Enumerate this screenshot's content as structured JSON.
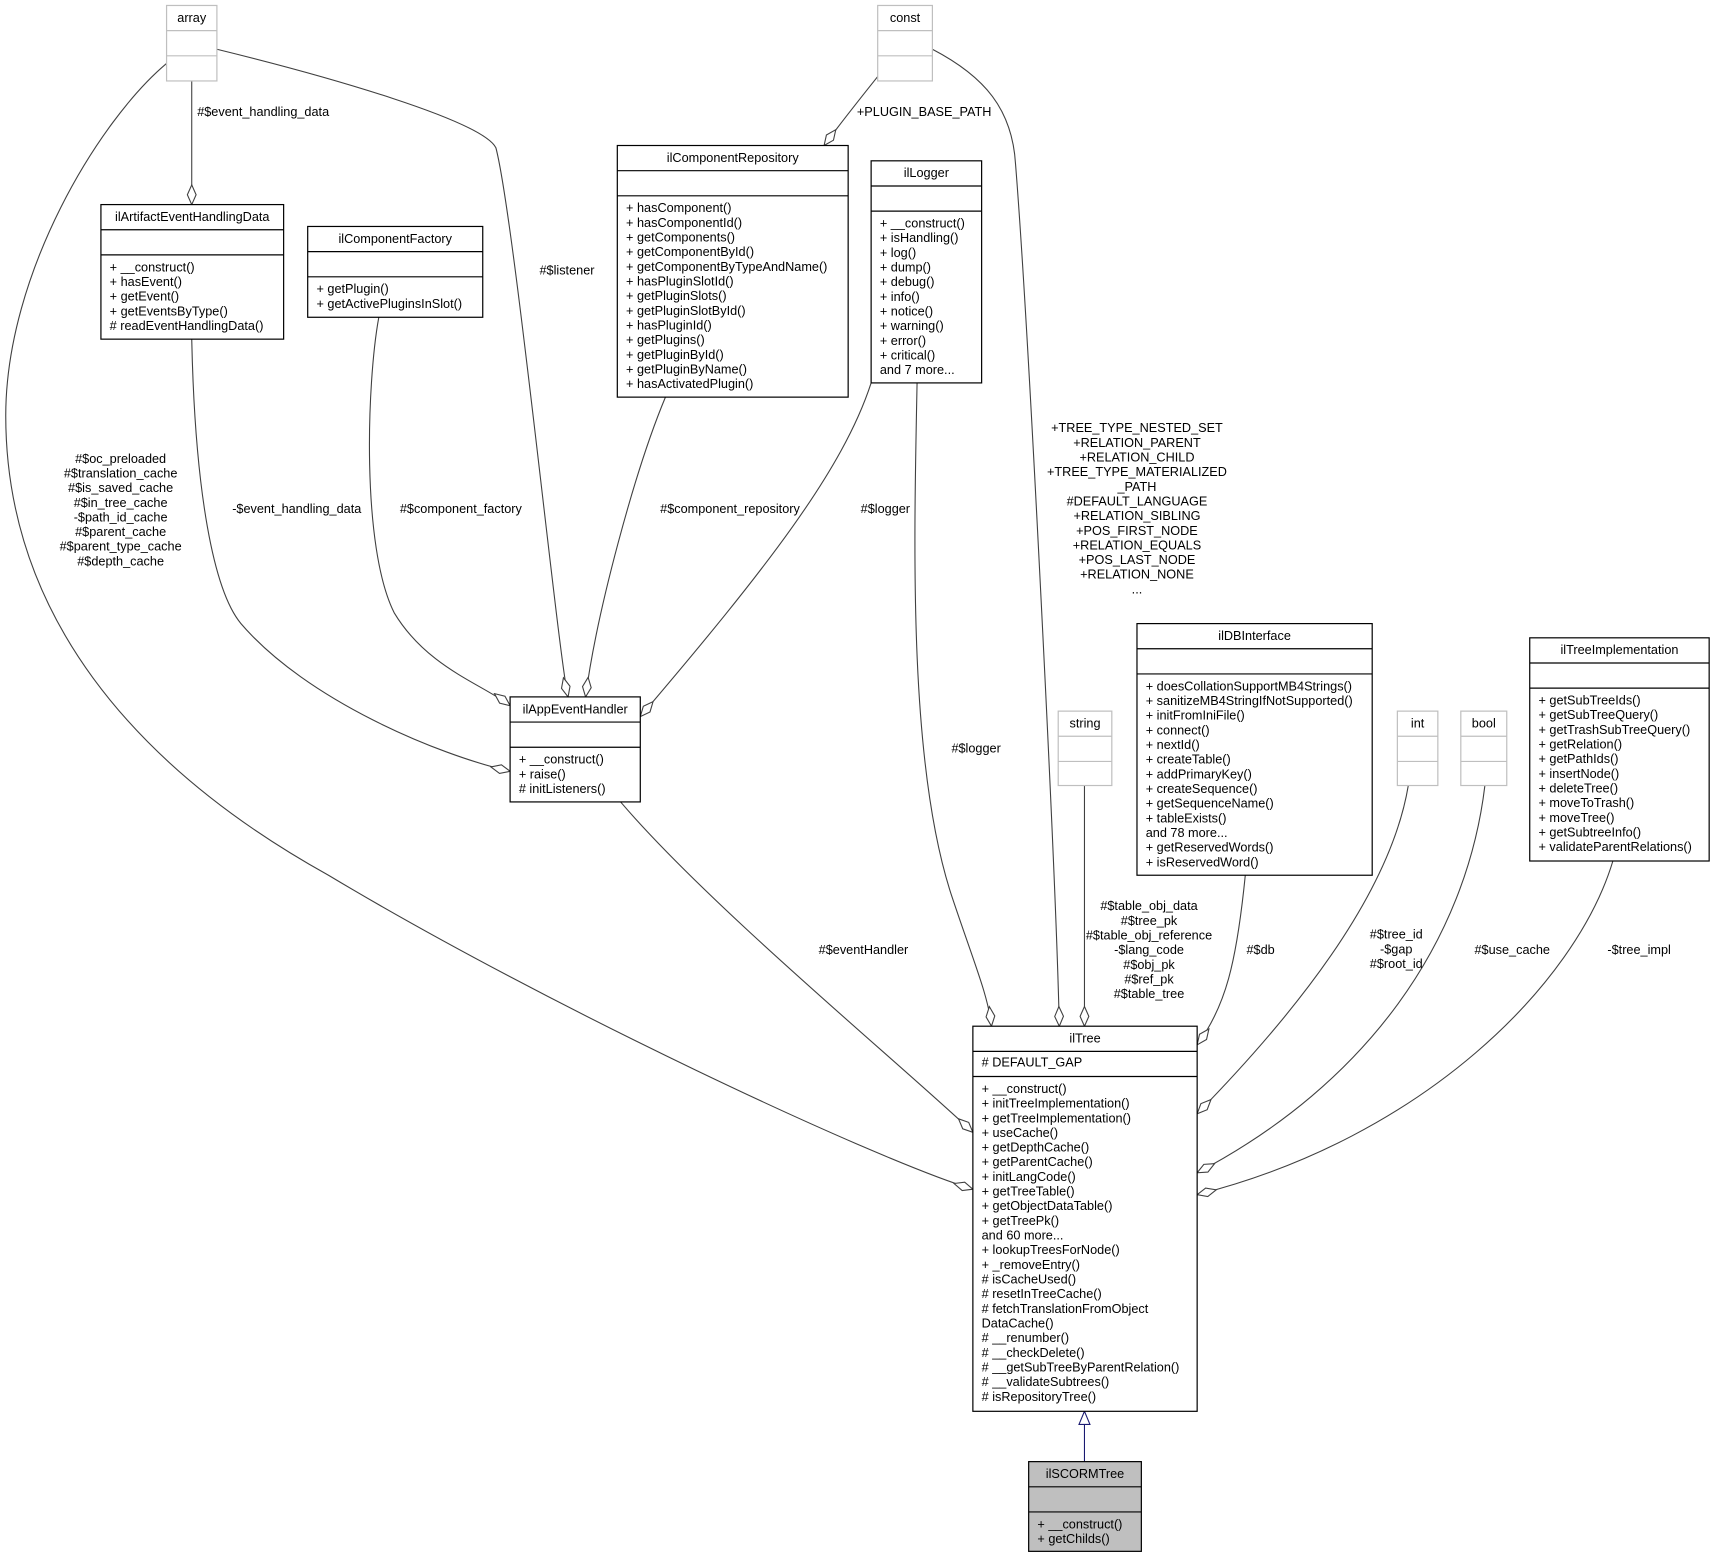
{
  "colors": {
    "edge": "#404040",
    "inheritance": "#191970",
    "focus_fill": "#bfbfbf",
    "external_border": "#bfbfbf"
  },
  "nodes": [
    {
      "id": "array",
      "name": "array",
      "kind": "external",
      "attributes": [],
      "methods": []
    },
    {
      "id": "const",
      "name": "const",
      "kind": "external",
      "attributes": [],
      "methods": []
    },
    {
      "id": "repo",
      "name": "ilComponentRepository",
      "kind": "class",
      "attributes": [],
      "methods": [
        "+ hasComponent()",
        "+ hasComponentId()",
        "+ getComponents()",
        "+ getComponentById()",
        "+ getComponentByTypeAndName()",
        "+ hasPluginSlotId()",
        "+ getPluginSlots()",
        "+ getPluginSlotById()",
        "+ hasPluginId()",
        "+ getPlugins()",
        "+ getPluginById()",
        "+ getPluginByName()",
        "+ hasActivatedPlugin()"
      ]
    },
    {
      "id": "logger",
      "name": "ilLogger",
      "kind": "class",
      "attributes": [],
      "methods": [
        "+ __construct()",
        "+ isHandling()",
        "+ log()",
        "+ dump()",
        "+ debug()",
        "+ info()",
        "+ notice()",
        "+ warning()",
        "+ error()",
        "+ critical()",
        "and 7 more..."
      ]
    },
    {
      "id": "artifact",
      "name": "ilArtifactEventHandlingData",
      "kind": "class",
      "attributes": [],
      "methods": [
        "+ __construct()",
        "+ hasEvent()",
        "+ getEvent()",
        "+ getEventsByType()",
        "# readEventHandlingData()"
      ]
    },
    {
      "id": "factory",
      "name": "ilComponentFactory",
      "kind": "class",
      "attributes": [],
      "methods": [
        "+ getPlugin()",
        "+ getActivePluginsInSlot()"
      ]
    },
    {
      "id": "appevent",
      "name": "ilAppEventHandler",
      "kind": "class",
      "attributes": [],
      "methods": [
        "+ __construct()",
        "+ raise()",
        "# initListeners()"
      ]
    },
    {
      "id": "db",
      "name": "ilDBInterface",
      "kind": "class",
      "attributes": [],
      "methods": [
        "+ doesCollationSupportMB4Strings()",
        "+ sanitizeMB4StringIfNotSupported()",
        "+ initFromIniFile()",
        "+ connect()",
        "+ nextId()",
        "+ createTable()",
        "+ addPrimaryKey()",
        "+ createSequence()",
        "+ getSequenceName()",
        "+ tableExists()",
        "and 78 more...",
        "+ getReservedWords()",
        "+ isReservedWord()"
      ]
    },
    {
      "id": "string",
      "name": "string",
      "kind": "external",
      "attributes": [],
      "methods": []
    },
    {
      "id": "int",
      "name": "int",
      "kind": "external",
      "attributes": [],
      "methods": []
    },
    {
      "id": "bool",
      "name": "bool",
      "kind": "external",
      "attributes": [],
      "methods": []
    },
    {
      "id": "treeimpl",
      "name": "ilTreeImplementation",
      "kind": "class",
      "attributes": [],
      "methods": [
        "+ getSubTreeIds()",
        "+ getSubTreeQuery()",
        "+ getTrashSubTreeQuery()",
        "+ getRelation()",
        "+ getPathIds()",
        "+ insertNode()",
        "+ deleteTree()",
        "+ moveToTrash()",
        "+ moveTree()",
        "+ getSubtreeInfo()",
        "+ validateParentRelations()"
      ]
    },
    {
      "id": "iltree",
      "name": "ilTree",
      "kind": "class",
      "attributes": [
        "# DEFAULT_GAP"
      ],
      "methods": [
        "+ __construct()",
        "+ initTreeImplementation()",
        "+ getTreeImplementation()",
        "+ useCache()",
        "+ getDepthCache()",
        "+ getParentCache()",
        "+ initLangCode()",
        "+ getTreeTable()",
        "+ getObjectDataTable()",
        "+ getTreePk()",
        "and 60 more...",
        "+ lookupTreesForNode()",
        "+ _removeEntry()",
        "# isCacheUsed()",
        "# resetInTreeCache()",
        "# fetchTranslationFromObject",
        "DataCache()",
        "# __renumber()",
        "# __checkDelete()",
        "# __getSubTreeByParentRelation()",
        "# __validateSubtrees()",
        "# isRepositoryTree()"
      ]
    },
    {
      "id": "scorm",
      "name": "ilSCORMTree",
      "kind": "focus",
      "attributes": [],
      "methods": [
        "+ __construct()",
        "+ getChilds()"
      ]
    }
  ],
  "edges": [
    {
      "id": "e-array-tree",
      "from": "array",
      "to": "ilTree",
      "type": "aggregation",
      "labels": [
        "#$oc_preloaded",
        "#$translation_cache",
        "#$is_saved_cache",
        "#$in_tree_cache",
        "-$path_id_cache",
        "#$parent_cache",
        "#$parent_type_cache",
        "#$depth_cache"
      ]
    },
    {
      "id": "e-array-artifact",
      "from": "array",
      "to": "ilArtifactEventHandlingData",
      "type": "aggregation",
      "labels": [
        "#$event_handling_data"
      ]
    },
    {
      "id": "e-array-appevent",
      "from": "array",
      "to": "ilAppEventHandler",
      "type": "aggregation",
      "labels": [
        "#$listener"
      ]
    },
    {
      "id": "e-const-repo",
      "from": "const",
      "to": "ilComponentRepository",
      "type": "aggregation",
      "labels": [
        "+PLUGIN_BASE_PATH"
      ]
    },
    {
      "id": "e-const-tree",
      "from": "const",
      "to": "ilTree",
      "type": "aggregation",
      "labels": [
        "+TREE_TYPE_NESTED_SET",
        "+RELATION_PARENT",
        "+RELATION_CHILD",
        "+TREE_TYPE_MATERIALIZED",
        "_PATH",
        "#DEFAULT_LANGUAGE",
        "+RELATION_SIBLING",
        "+POS_FIRST_NODE",
        "+RELATION_EQUALS",
        "+POS_LAST_NODE",
        "+RELATION_NONE",
        "..."
      ]
    },
    {
      "id": "e-artifact-appevent",
      "from": "ilArtifactEventHandlingData",
      "to": "ilAppEventHandler",
      "type": "aggregation",
      "labels": [
        "-$event_handling_data"
      ]
    },
    {
      "id": "e-factory-appevent",
      "from": "ilComponentFactory",
      "to": "ilAppEventHandler",
      "type": "aggregation",
      "labels": [
        "#$component_factory"
      ]
    },
    {
      "id": "e-repo-appevent",
      "from": "ilComponentRepository",
      "to": "ilAppEventHandler",
      "type": "aggregation",
      "labels": [
        "#$component_repository"
      ]
    },
    {
      "id": "e-logger-appevent",
      "from": "ilLogger",
      "to": "ilAppEventHandler",
      "type": "aggregation",
      "labels": [
        "#$logger"
      ]
    },
    {
      "id": "e-logger-tree",
      "from": "ilLogger",
      "to": "ilTree",
      "type": "aggregation",
      "labels": [
        "#$logger"
      ]
    },
    {
      "id": "e-appevent-tree",
      "from": "ilAppEventHandler",
      "to": "ilTree",
      "type": "aggregation",
      "labels": [
        "#$eventHandler"
      ]
    },
    {
      "id": "e-string-tree",
      "from": "string",
      "to": "ilTree",
      "type": "aggregation",
      "labels": [
        "#$table_obj_data",
        "#$tree_pk",
        "#$table_obj_reference",
        "-$lang_code",
        "#$obj_pk",
        "#$ref_pk",
        "#$table_tree"
      ]
    },
    {
      "id": "e-db-tree",
      "from": "ilDBInterface",
      "to": "ilTree",
      "type": "aggregation",
      "labels": [
        "#$db"
      ]
    },
    {
      "id": "e-int-tree",
      "from": "int",
      "to": "ilTree",
      "type": "aggregation",
      "labels": [
        "#$tree_id",
        "-$gap",
        "#$root_id"
      ]
    },
    {
      "id": "e-bool-tree",
      "from": "bool",
      "to": "ilTree",
      "type": "aggregation",
      "labels": [
        "#$use_cache"
      ]
    },
    {
      "id": "e-treeimpl-tree",
      "from": "ilTreeImplementation",
      "to": "ilTree",
      "type": "aggregation",
      "labels": [
        "-$tree_impl"
      ]
    },
    {
      "id": "e-tree-scorm",
      "from": "ilSCORMTree",
      "to": "ilTree",
      "type": "inheritance",
      "labels": []
    }
  ]
}
